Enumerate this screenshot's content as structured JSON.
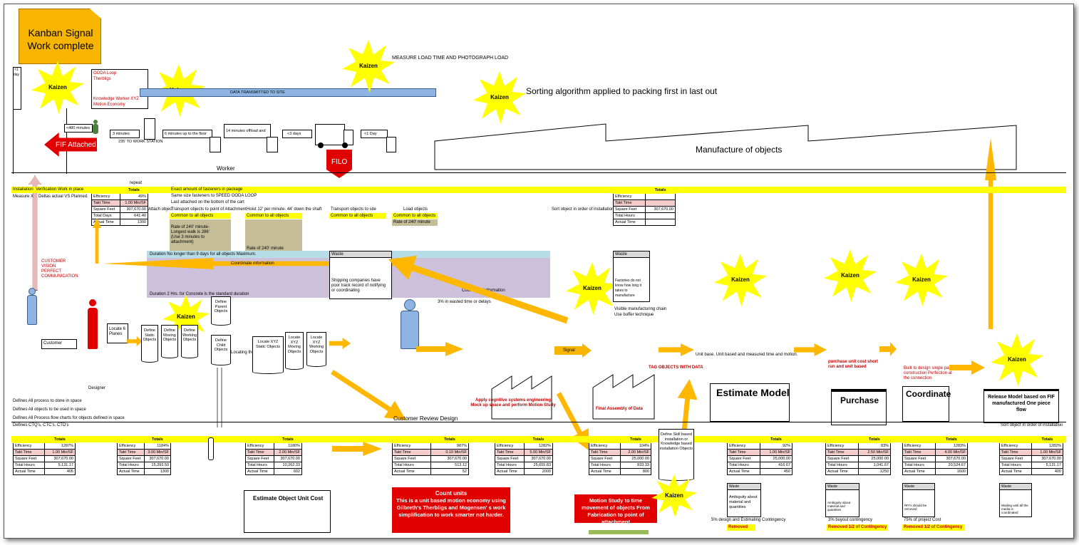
{
  "kanban_signal": "Kanban Signal Work complete",
  "kaizen_label": "Kaizen",
  "top": {
    "measure_load": "MEASURE LOAD TIME AND PHOTOGRAPH LOAD",
    "sorting_algorithm": "Sorting algorithm applied to packing first in last out",
    "ooda_loop": "OODA Loop",
    "therbligs": "Therbligs",
    "knowledge_worker": "Knowledge Worker XYZ",
    "motion_economy": "Motion Economy",
    "data_transmitted": "DATA TRANSMITTED TO SITE",
    "day_box": "<1 day",
    "lt480": "<480 minutes",
    "three_minutes": "3 minutes",
    "work_station": "235' TO WORK STATION",
    "six_minutes": "6 minutes up to the floor",
    "fourteen_minutes": "14 minutes offload and",
    "lt3days": "<3 days",
    "lt1day": "<1 Day",
    "fif_attached": "FIF Attached",
    "filo": "FILO",
    "worker": "Worker",
    "manufacture": "Manufacture of objects"
  },
  "middle": {
    "installation": "Installation",
    "verification": "Verification Work in place",
    "measure": "Measure X",
    "deltas": "Deltas actual VS Planned.",
    "repeat": "repeat",
    "exact_amount": "Exact amount of fasteners in package",
    "same_size": "Same size fasteners to SPEED OODA LOOP",
    "last_attached": "Last attached on the bottom of the cart",
    "attach_object": "Attach object",
    "transport_point": "Transport objects to point of Attachment",
    "common1": "Common to all objects",
    "rate1": "Rate of 240' minute- Longest walk is 286' (Use 3 minutes to attachment)",
    "hoist": "Hoist 12' per minute- 44' down the shaft",
    "common2": "Common to all objects",
    "rate2": "Rate of 240' minute",
    "transport_site": "Transport objects to site",
    "common3": "Common to all objects",
    "load_objects": "Load objects",
    "common4": "Common to all objects",
    "rate3": "Rate of 240' minute",
    "sort_install": "Sort object in order of installation",
    "duration9": "Duration No longer than 9 days for all objects Maximum.",
    "coordinate_info": "Coordinate information",
    "duration2": "Duration 2 Hrs. for Concrete is the standard duration",
    "waste": "Waste",
    "shipping": "Shipping companies have poor track record of notifying or coordinating",
    "coordinate_info2": "Coordinate information",
    "wasted_time": "3% in wasted time or delays",
    "customer_vision": "CUSTOMER VISION PERFECT COMMUNICATION",
    "customer": "Customer",
    "designer": "Designer",
    "waste2": "Waste",
    "factories": "Factories do not know how long it takes to manufacture",
    "visible_chain": "Visible manufacturing chain",
    "buffer": "Use buffer technique",
    "signal": "Signal",
    "unit_based": "Unit base. Unit based and measured time and motion.",
    "purchase_unit": "purchase unit cost short run and unit based",
    "built_design": "Built to design single pass construction Perfection at the connection",
    "tag_objects": "TAG OBJECTS WITH DATA",
    "apply_cognitive": "Apply cognitive systems engineering Mock up space and perform Motion Study",
    "final_assembly": "Final Assembly of Data",
    "customer_review": "Customer Review Design",
    "locate6": "Locate 6 Planes",
    "define_static": "Define Static Objects",
    "define_moving": "Define Moving Objects",
    "define_working": "Define Working Objects",
    "define_parent": "Define Parent Objects",
    "define_child": "Define Child Objects",
    "locating": "Locating the p",
    "locate_static": "Locate XYZ Static Objects",
    "locate_moving": "Locate XYZ Moving Objects",
    "locate_working": "Locate XYZ Working Objects",
    "define_skill": "Define Skill based installation or Knowledge based installation Objects",
    "estimate_model": "Estimate Model",
    "purchase": "Purchase",
    "coordinate": "Coordinate",
    "release_model": "Release Model based on FIF manufactured One piece flow"
  },
  "defines": [
    "Defines All process to done in space",
    "Defines All objects to be used in space",
    "Defines All Process flow charts for objects defined in space",
    "Defines CTQ's, CTC's, CTD's"
  ],
  "sort_install2": "Sort object in order of installation",
  "metric_labels": {
    "totals": "Totals",
    "efficiency": "Efficiency",
    "takt": "Takt Time",
    "sqft": "Square Feet",
    "hours": "Total Hours",
    "actual": "Actual Time",
    "total_days": "Total Days"
  },
  "top_metric": {
    "efficiency": "49%",
    "takt": "1.00 Min/SF",
    "sqft": "307,670.00",
    "days": "641.40",
    "actual": "1300"
  },
  "top_right_metric": {
    "sqft": "307,670.00"
  },
  "metrics": [
    {
      "eff": "1287%",
      "takt": "1.00 Min/SF",
      "sqft": "307,670.00",
      "hours": "5,131.17",
      "actual": "405"
    },
    {
      "eff": "1184%",
      "takt": "3.00 Min/SF",
      "sqft": "307,670.00",
      "hours": "15,393.50",
      "actual": "1300"
    },
    {
      "eff": "1180%",
      "takt": "2.00 Min/SF",
      "sqft": "307,670.00",
      "hours": "10,262.33",
      "actual": "602"
    },
    {
      "eff": "987%",
      "takt": "0.10 Min/SF",
      "sqft": "307,670.00",
      "hours": "513.12",
      "actual": "52"
    },
    {
      "eff": "1282%",
      "takt": "5.00 Min/SF",
      "sqft": "307,670.00",
      "hours": "25,655.83",
      "actual": "2000"
    },
    {
      "eff": "104%",
      "takt": "2.00 Min/SF",
      "sqft": "25,000.00",
      "hours": "833.33",
      "actual": "800"
    },
    {
      "eff": "92%",
      "takt": "1.00 Min/SF",
      "sqft": "25,000.00",
      "hours": "416.67",
      "actual": "450"
    },
    {
      "eff": "83%",
      "takt": "2.50 Min/SF",
      "sqft": "25,000.00",
      "hours": "1,041.67",
      "actual": "1250"
    },
    {
      "eff": "1283%",
      "takt": "4.00 Min/SF",
      "sqft": "307,670.00",
      "hours": "20,524.67",
      "actual": "1600"
    },
    {
      "eff": "1282%",
      "takt": "1.00 Min/SF",
      "sqft": "307,670.00",
      "hours": "5,131.17",
      "actual": "400"
    }
  ],
  "bottom": {
    "estimate_unit_cost": "Estimate Object Unit Cost",
    "count_units_title": "Count units",
    "count_units_body": "This is a unit based motion economy using Gilbreth's Therbligs and Mogensen' s work simplification to work smarter not harder.",
    "motion_study": "Motion Study to time movement of objects From Fabrication to point of attachment",
    "waste": "Waste",
    "ambiguity1": "Ambiguity about material and quantities",
    "contingency5": "5% design and Estimating Contingency",
    "removed": "Removed",
    "ambiguity2": "Ambiguity about material and quantities",
    "buyout3": "3% buyout contingency",
    "removed_half1": "Removed 1/2 of Contingency",
    "rfi": "RFI's should be removed",
    "project_cost": "75% of project Cost",
    "removed_half2": "Removed 1/2 of Contingency",
    "waiting": "Waiting until all the media is coordinated"
  },
  "colors": {
    "kaizen": "#ffff00",
    "band": "#ffff00",
    "arrow": "#ffb700",
    "red": "#e00000",
    "signal": "#f7b500"
  }
}
